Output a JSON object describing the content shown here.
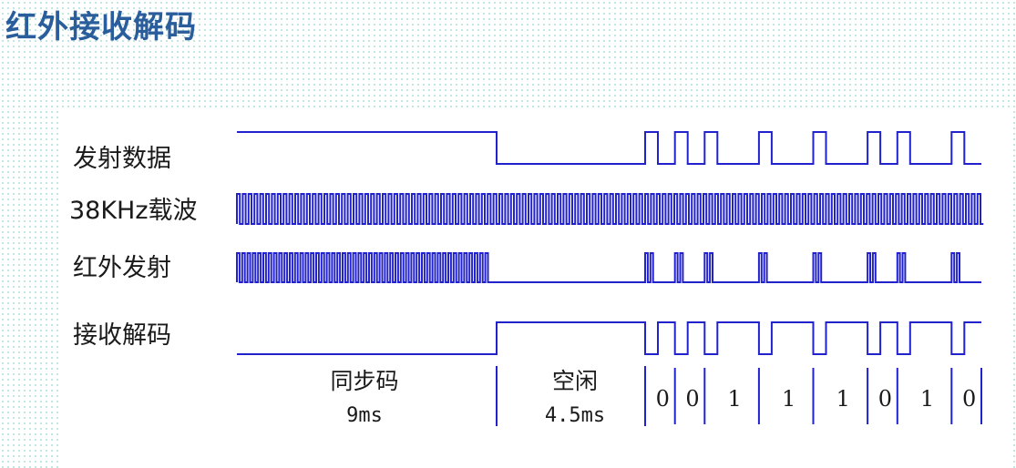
{
  "title": "红外接收解码",
  "rows": {
    "send_data": "发射数据",
    "carrier": "38KHz载波",
    "ir_emit": "红外发射",
    "rx_decode": "接收解码"
  },
  "segments": {
    "sync": {
      "label": "同步码",
      "duration": "9ms"
    },
    "idle": {
      "label": "空闲",
      "duration": "4.5ms"
    }
  },
  "bits": [
    "0",
    "0",
    "1",
    "1",
    "1",
    "0",
    "1",
    "0"
  ],
  "colors": {
    "wave": "#2222cc",
    "title": "#2a5d9b"
  }
}
